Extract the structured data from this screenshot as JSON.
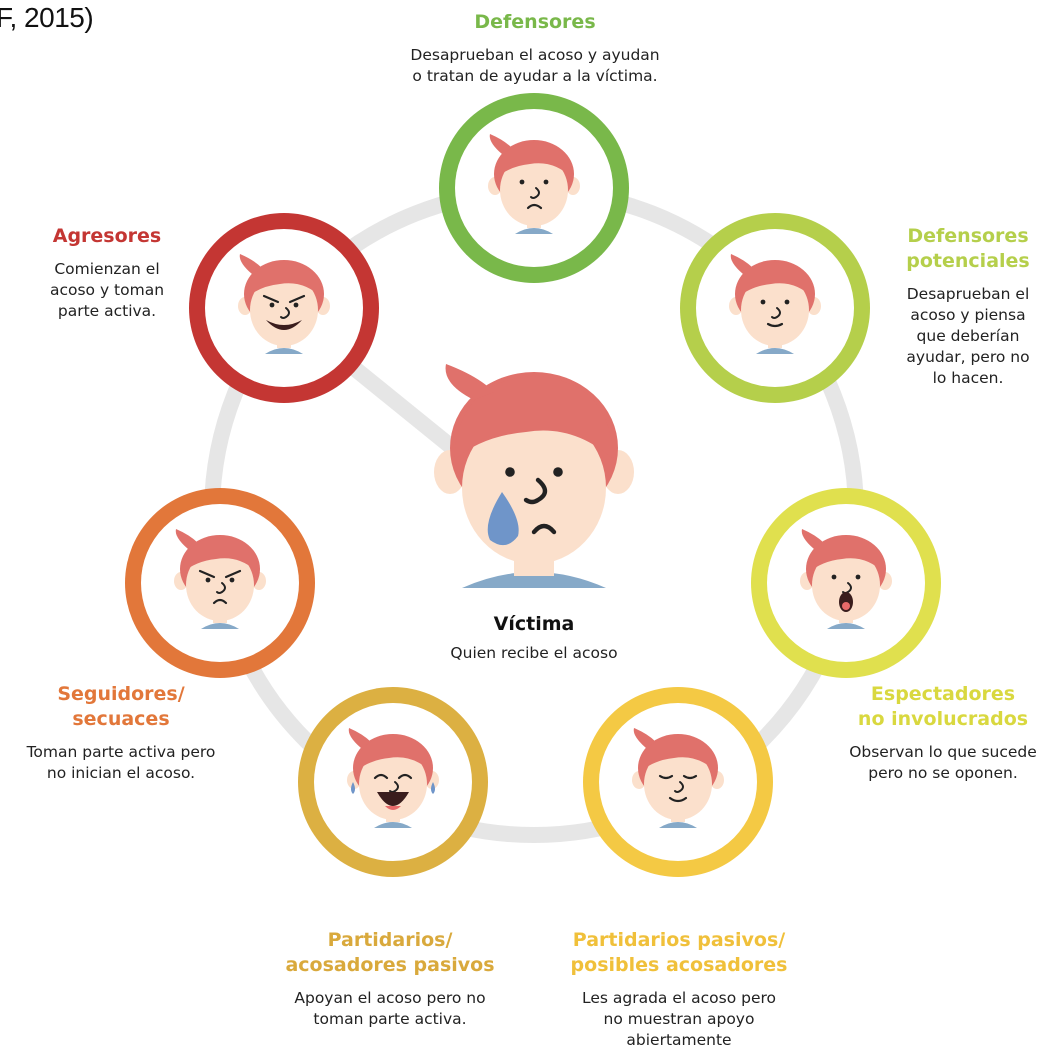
{
  "source_fragment": "F, 2015)",
  "center": {
    "title": "Víctima",
    "desc": "Quien recibe el acoso"
  },
  "roles": [
    {
      "id": "defensores",
      "title": "Defensores",
      "desc": "Desaprueban el acoso y ayudan\n o tratan de ayudar a la víctima.",
      "color": "#79b84a",
      "face": "sad"
    },
    {
      "id": "defensores-potenciales",
      "title": "Defensores\npotenciales",
      "desc": "Desaprueban el\nacoso y piensa\nque deberían\nayudar, pero no\nlo hacen.",
      "color": "#b5cf4b",
      "face": "worried"
    },
    {
      "id": "espectadores",
      "title": "Espectadores\nno involucrados",
      "desc": "Observan lo que sucede\npero no se oponen.",
      "color": "#e0e04e",
      "face": "shocked"
    },
    {
      "id": "partidarios-pasivos",
      "title": "Partidarios pasivos/\nposibles acosadores",
      "desc": "Les agrada el acoso pero\nno muestran apoyo\nabiertamente",
      "color": "#f4c944",
      "face": "content"
    },
    {
      "id": "partidarios",
      "title": "Partidarios/\nacosadores pasivos",
      "desc": "Apoyan el acoso pero no\ntoman parte activa.",
      "color": "#dcb042",
      "face": "laughing"
    },
    {
      "id": "seguidores",
      "title": "Seguidores/\nsecuaces",
      "desc": "Toman parte activa pero\nno inician el acoso.",
      "color": "#e2773a",
      "face": "angry"
    },
    {
      "id": "agresores",
      "title": "Agresores",
      "desc": "Comienzan el\nacoso y toman\nparte activa.",
      "color": "#c43633",
      "face": "evil"
    }
  ],
  "title_colors": {
    "defensores": "#79b84a",
    "defensores-potenciales": "#b5cf4b",
    "espectadores": "#d9d83f",
    "partidarios-pasivos": "#f0c03a",
    "partidarios": "#d9a93c",
    "seguidores": "#e2773a",
    "agresores": "#c43633"
  },
  "colors": {
    "ring_track": "#e6e6e6",
    "hair": "#e0716b",
    "skin": "#fbe0cc",
    "shirt": "#86a9c8",
    "tear": "#6f95c9",
    "ink": "#222222"
  }
}
